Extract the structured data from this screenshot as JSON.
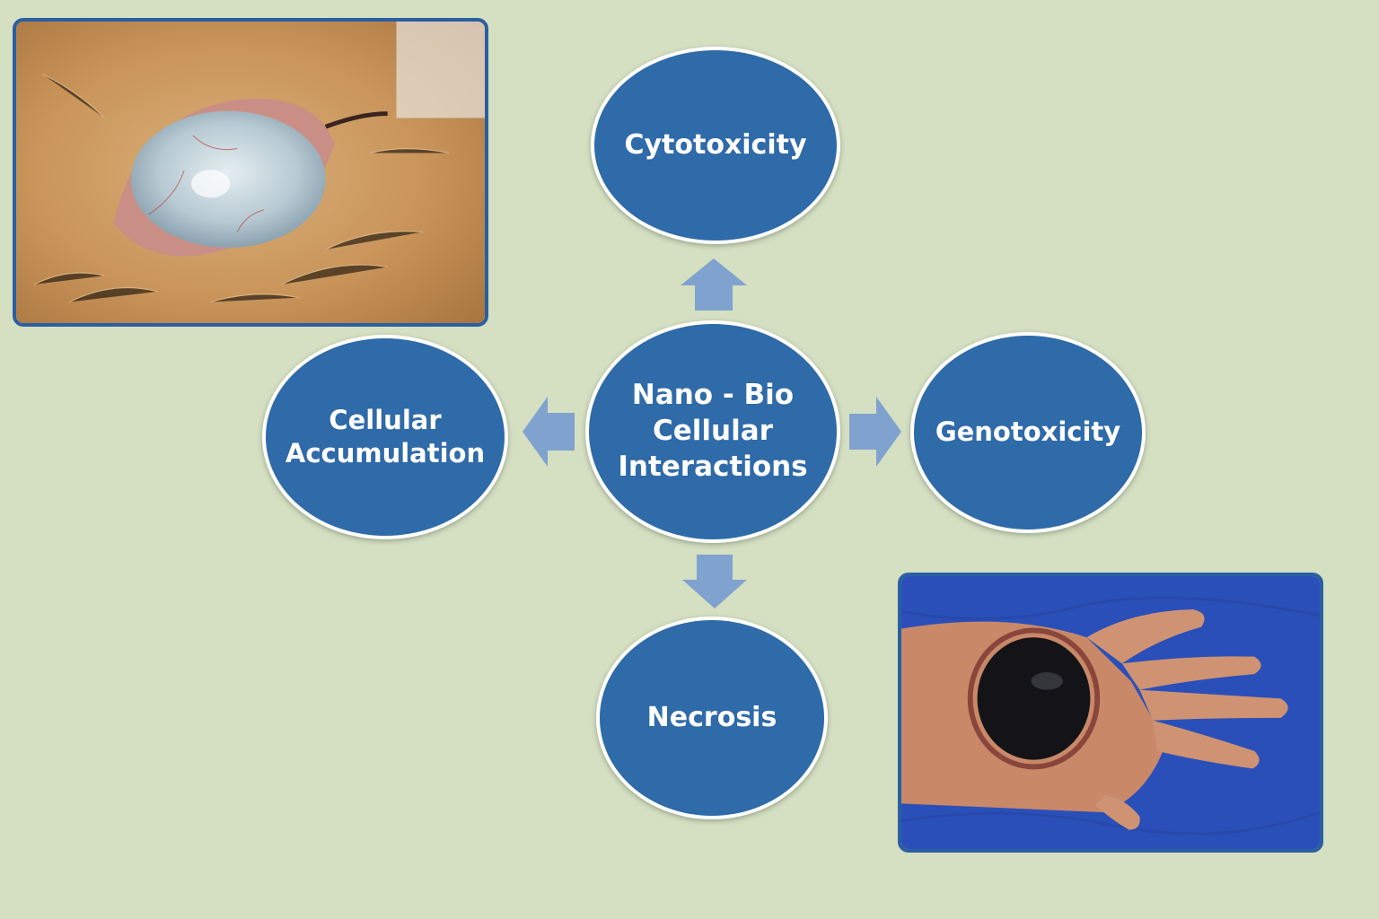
{
  "diagram": {
    "center": "Nano - Bio\nCellular\nInteractions",
    "top": "Cytotoxicity",
    "left": "Cellular\nAccumulation",
    "right": "Genotoxicity",
    "bottom": "Necrosis"
  },
  "colors": {
    "background": "#d5dfc2",
    "node_fill": "#2f6aa9",
    "node_border": "#ffffff",
    "arrow": "#7fa2cf",
    "photo_border": "#2a5fa0"
  },
  "images": {
    "top_left": "eye-injury-photo",
    "bottom_right": "hand-necrosis-photo"
  }
}
